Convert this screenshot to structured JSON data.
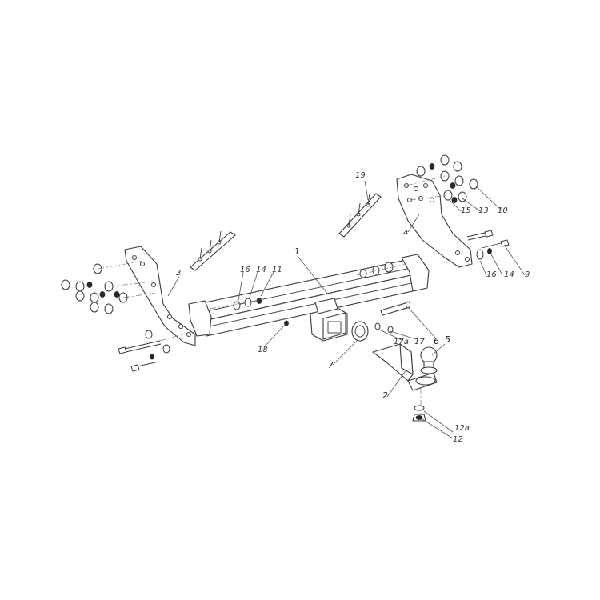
{
  "diagram": {
    "callouts": {
      "frame": "1",
      "ball_mount": "2",
      "left_bracket": "3",
      "right_bracket": "4",
      "tow_ball": "5",
      "pin": "6",
      "socket_plate": "7",
      "bolt_right_lower": "9",
      "washer_top_right": "10",
      "nut_top": "11",
      "nut_ball": "12",
      "washer_ball": "12a",
      "washer_top_right_b": "13",
      "washer_16_14_left": "14",
      "washer_16_14_right": "14",
      "washer_top_right_c": "15",
      "spacer_left": "16",
      "spacer_right": "16",
      "clip": "17",
      "clip_a": "17a",
      "grommet": "18",
      "strip": "19"
    }
  }
}
